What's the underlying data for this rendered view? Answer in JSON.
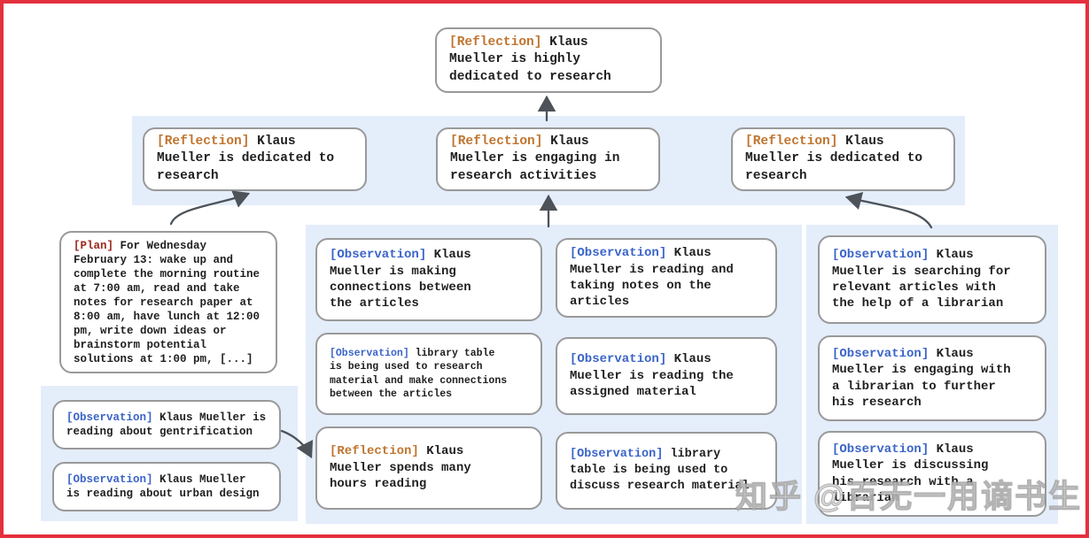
{
  "colors": {
    "frame": "#e5303e",
    "band": "#e4edfa",
    "node_border": "#999999",
    "text": "#1f1f1f",
    "arrow": "#4d5359",
    "reflection_tag": "#c0752f",
    "plan_tag": "#9b271d",
    "observation_tag": "#3a64c8"
  },
  "watermark": {
    "text": "知乎 @百无一用谪书生"
  },
  "nodes": {
    "root": {
      "tag": "[Reflection]",
      "body": "Klaus\nMueller is highly\ndedicated to research"
    },
    "level2_left": {
      "tag": "[Reflection]",
      "body": "Klaus\nMueller is dedicated to\nresearch"
    },
    "level2_middle": {
      "tag": "[Reflection]",
      "body": "Klaus\nMueller is engaging in\nresearch activities"
    },
    "level2_right": {
      "tag": "[Reflection]",
      "body": "Klaus\nMueller is dedicated to\nresearch"
    },
    "plan": {
      "tag": "[Plan]",
      "body": "For Wednesday\nFebruary 13: wake up and\ncomplete the morning routine\nat 7:00 am, read and take\nnotes for research paper at\n8:00 am, have lunch at 12:00\npm, write down ideas or\nbrainstorm potential\nsolutions at 1:00 pm, [...]"
    },
    "obs_gentrification": {
      "tag": "[Observation]",
      "body": "Klaus Mueller is\nreading about gentrification"
    },
    "obs_urban_design": {
      "tag": "[Observation]",
      "body": "Klaus Mueller\nis reading about urban design"
    },
    "obs_connections": {
      "tag": "[Observation]",
      "body": "Klaus\nMueller is making\nconnections between\nthe articles"
    },
    "obs_library_research": {
      "tag": "[Observation]",
      "body": "library table\nis being used to research\nmaterial and make connections\nbetween the articles"
    },
    "refl_hours_reading": {
      "tag": "[Reflection]",
      "body": "Klaus\nMueller spends many\nhours reading"
    },
    "obs_taking_notes": {
      "tag": "[Observation]",
      "body": "Klaus\nMueller is reading and\ntaking notes on the\narticles"
    },
    "obs_assigned_material": {
      "tag": "[Observation]",
      "body": "Klaus\nMueller is reading the\nassigned material"
    },
    "obs_library_discuss": {
      "tag": "[Observation]",
      "body": "library\ntable is being used to\ndiscuss research material"
    },
    "obs_searching_articles": {
      "tag": "[Observation]",
      "body": "Klaus\nMueller is searching for\nrelevant articles with\nthe help of a librarian"
    },
    "obs_engaging_librarian": {
      "tag": "[Observation]",
      "body": "Klaus\nMueller is engaging with\na librarian to further\nhis research"
    },
    "obs_discussing_librarian": {
      "tag": "[Observation]",
      "body": "Klaus\nMueller is discussing\nhis research with a\nlibrarian"
    }
  }
}
